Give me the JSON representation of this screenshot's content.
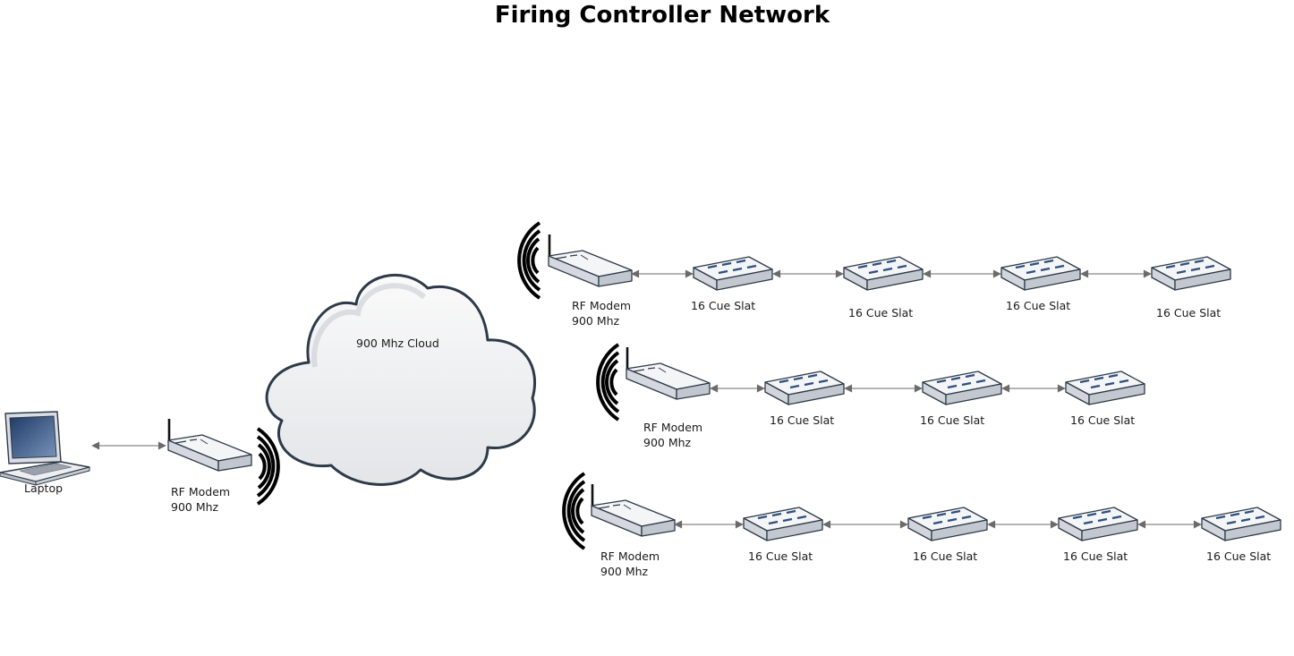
{
  "title": "Firing Controller Network",
  "cloud_label": "900 Mhz Cloud",
  "laptop_label": "Laptop",
  "modem_line1": "RF Modem",
  "modem_line2": "900 Mhz",
  "slat_label": "16 Cue Slat",
  "colors": {
    "outline": "#2e3a48",
    "device_body": "#e6e9ee",
    "screen": "#2d4f7e",
    "connector": "#6b6b6b",
    "signal": "#000000"
  },
  "icons": [
    "laptop-icon",
    "rf-modem-icon",
    "signal-waves-icon",
    "cloud-icon",
    "cue-slat-icon",
    "double-arrow-connector"
  ]
}
